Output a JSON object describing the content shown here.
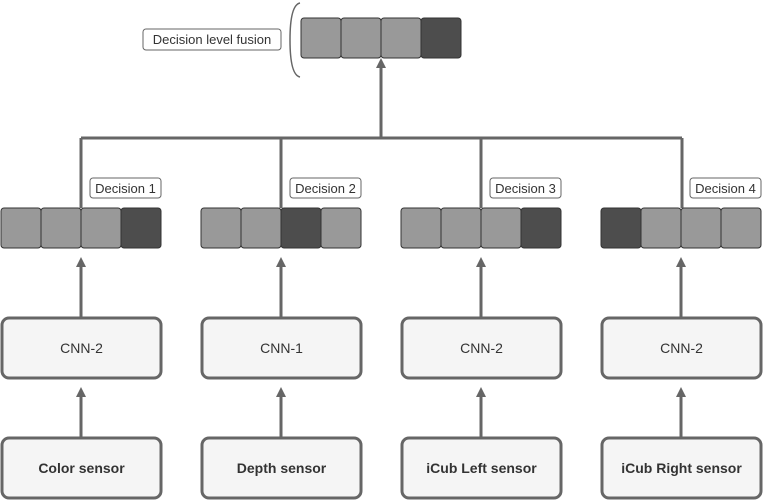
{
  "fusion": {
    "label": "Decision level fusion",
    "cells": [
      "light",
      "light",
      "light",
      "dark"
    ]
  },
  "branches": [
    {
      "decision_label": "Decision 1",
      "cells": [
        "light",
        "light",
        "light",
        "dark"
      ],
      "cnn_label": "CNN-2",
      "sensor_label": "Color sensor"
    },
    {
      "decision_label": "Decision 2",
      "cells": [
        "light",
        "light",
        "dark",
        "light"
      ],
      "cnn_label": "CNN-1",
      "sensor_label": "Depth sensor"
    },
    {
      "decision_label": "Decision 3",
      "cells": [
        "light",
        "light",
        "light",
        "dark"
      ],
      "cnn_label": "CNN-2",
      "sensor_label": "iCub Left sensor"
    },
    {
      "decision_label": "Decision 4",
      "cells": [
        "dark",
        "light",
        "light",
        "light"
      ],
      "cnn_label": "CNN-2",
      "sensor_label": "iCub Right sensor"
    }
  ],
  "colors": {
    "cell_light": "#999999",
    "cell_dark": "#4d4d4d",
    "cell_border": "#333333",
    "box_fill": "#f5f5f5",
    "box_border": "#666666",
    "edge": "#666666"
  }
}
